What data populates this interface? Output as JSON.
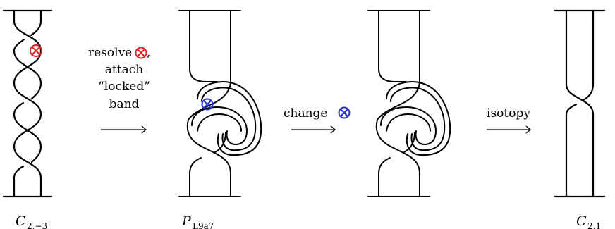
{
  "figure": {
    "captions": {
      "left": {
        "main": "C",
        "sub": "2.−3"
      },
      "middle": {
        "main": "P",
        "sub": "L9a7"
      },
      "right": {
        "main": "C",
        "sub": "2.1"
      }
    },
    "steps": [
      {
        "lines": [
          "resolve",
          "attach",
          "“locked”",
          "band"
        ],
        "symbol_color": "#dd2222"
      },
      {
        "lines": [
          "change"
        ],
        "symbol_color": "#2233cc"
      },
      {
        "lines": [
          "isotopy"
        ]
      }
    ],
    "marker_colors": {
      "red": "#dd2222",
      "blue": "#2233cc"
    },
    "icons": [
      "crossing-marker-icon",
      "arrow-right-icon"
    ]
  }
}
